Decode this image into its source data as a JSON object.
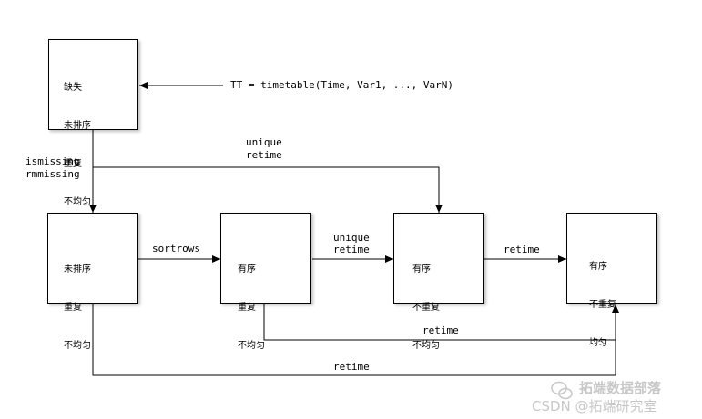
{
  "boxes": {
    "source": [
      "缺失",
      "未排序",
      "重复",
      "不均匀"
    ],
    "b1": [
      "未排序",
      "重复",
      "不均匀"
    ],
    "b2": [
      "有序",
      "重复",
      "不均匀"
    ],
    "b3": [
      "有序",
      "不重复",
      "不均匀"
    ],
    "b4": [
      "有序",
      "不重复",
      "均匀"
    ]
  },
  "labels": {
    "constructor": "TT = timetable(Time, Var1, ..., VarN)",
    "ismissing": "ismissing",
    "rmmissing": "rmmissing",
    "unique_top": "unique",
    "retime_top": "retime",
    "sortrows": "sortrows",
    "unique_mid": "unique",
    "retime_mid": "retime",
    "retime_right": "retime",
    "retime_low": "retime",
    "retime_bottom": "retime"
  },
  "watermark": {
    "brand": "拓端数据部落",
    "credit": "CSDN @拓端研究室"
  },
  "colors": {
    "line": "#000000",
    "watermark": "#c8c8c8"
  }
}
